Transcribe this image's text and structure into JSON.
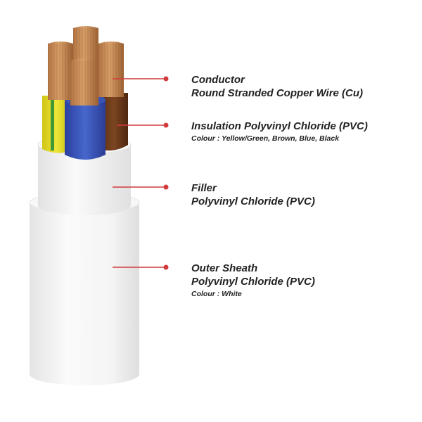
{
  "colors": {
    "leader_line": "#d23a3a",
    "copper": "#c58a54",
    "insulation_yellow_green": "#e7dd1f",
    "insulation_blue": "#3552b8",
    "insulation_brown": "#6e3c1c",
    "sheath": "#f2f2f2"
  },
  "icons": {
    "leader_marker": "red-dot"
  },
  "labels": {
    "conductor": {
      "title": "Conductor",
      "subtitle": "Round Stranded Copper Wire (Cu)"
    },
    "insulation": {
      "title": "Insulation Polyvinyl Chloride (PVC)",
      "note": "Colour : Yellow/Green, Brown, Blue, Black"
    },
    "filler": {
      "title": "Filler",
      "subtitle": "Polyvinyl Chloride (PVC)"
    },
    "outer_sheath": {
      "title": "Outer Sheath",
      "subtitle": "Polyvinyl Chloride (PVC)",
      "note": "Colour : White"
    }
  }
}
